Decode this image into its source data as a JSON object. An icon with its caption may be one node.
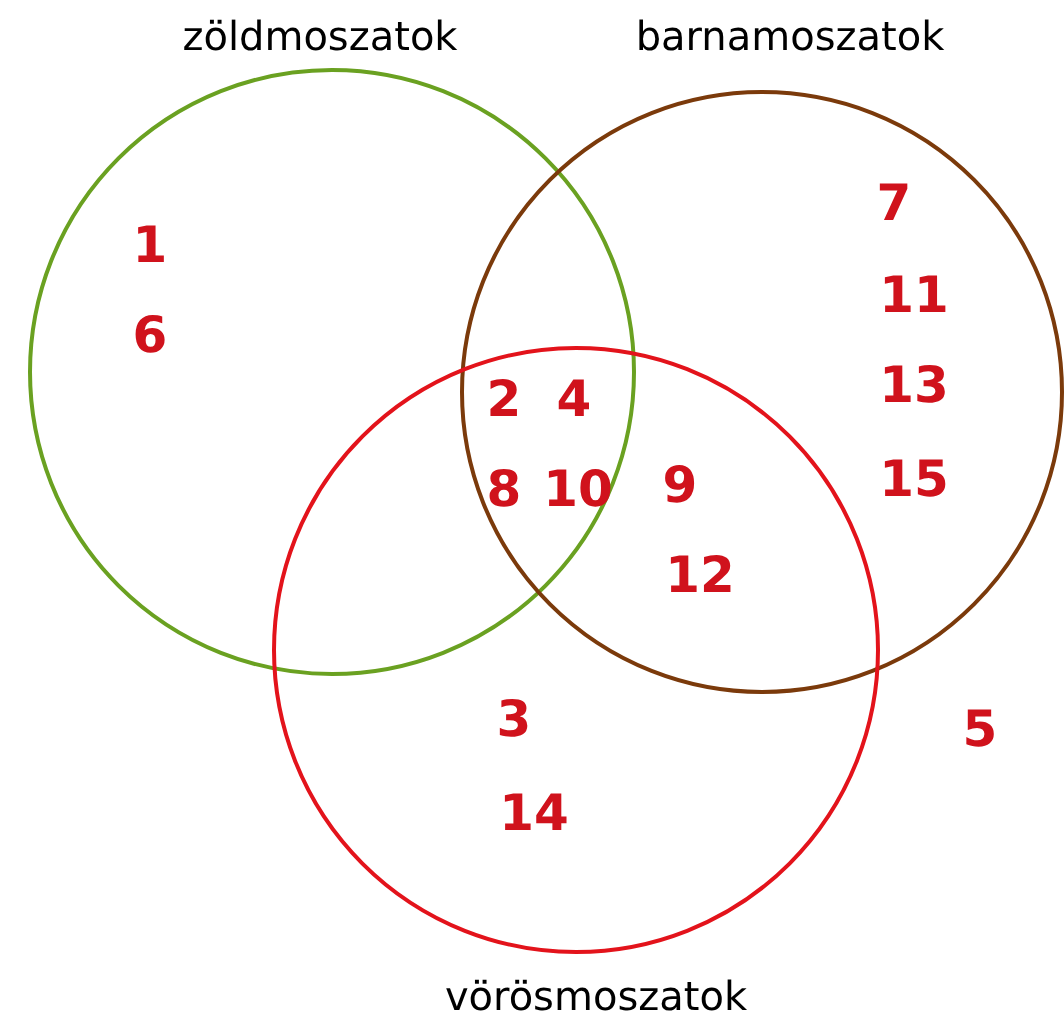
{
  "diagram": {
    "nodes": [
      {
        "text": [
          "zöldmoszatok"
        ]
      },
      {
        "text": [
          "barnamoszatok"
        ]
      },
      {
        "text": [
          "vörösmoszatok"
        ]
      }
    ],
    "edges": [],
    "labels": [
      "1",
      "6",
      "7",
      "11",
      "13",
      "15",
      "2",
      "4",
      "8",
      "10",
      "9",
      "12",
      "3",
      "14",
      "5"
    ]
  }
}
